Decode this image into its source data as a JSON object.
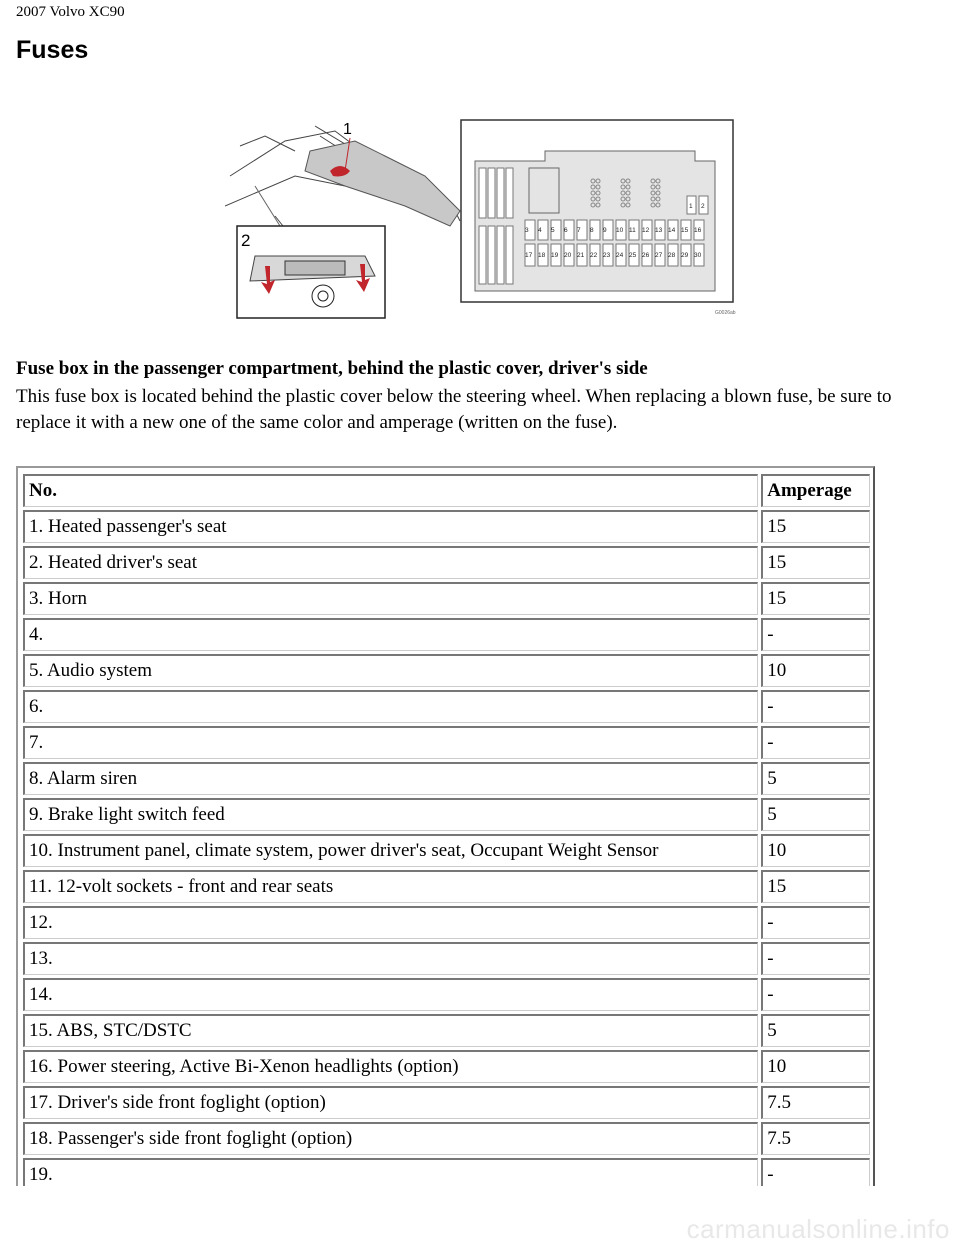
{
  "header": {
    "text": "2007 Volvo XC90"
  },
  "page": {
    "title": "Fuses"
  },
  "figure": {
    "callouts": [
      "1",
      "2"
    ],
    "fuse_numbers_row1": [
      "3",
      "4",
      "5",
      "6",
      "7",
      "8",
      "9",
      "10",
      "11",
      "12",
      "13",
      "14",
      "15",
      "16"
    ],
    "fuse_numbers_row2": [
      "17",
      "18",
      "19",
      "20",
      "21",
      "22",
      "23",
      "24",
      "25",
      "26",
      "27",
      "28",
      "29",
      "30"
    ],
    "top_fuses": [
      "1",
      "2"
    ],
    "code": "G0026ab"
  },
  "caption": "Fuse box in the passenger compartment, behind the plastic cover, driver's side",
  "body": "This fuse box is located behind the plastic cover below the steering wheel. When replacing a blown fuse, be sure to replace it with a new one of the same color and amperage (written on the fuse).",
  "table": {
    "headers": [
      "No.",
      "Amperage"
    ],
    "rows": [
      [
        "1. Heated passenger's seat",
        "15"
      ],
      [
        "2. Heated driver's seat",
        "15"
      ],
      [
        "3. Horn",
        "15"
      ],
      [
        "4.",
        "-"
      ],
      [
        "5. Audio system",
        "10"
      ],
      [
        "6.",
        "-"
      ],
      [
        "7.",
        "-"
      ],
      [
        "8. Alarm siren",
        "5"
      ],
      [
        "9. Brake light switch feed",
        "5"
      ],
      [
        "10. Instrument panel, climate system, power driver's seat, Occupant Weight Sensor",
        "10"
      ],
      [
        "11. 12-volt sockets - front and rear seats",
        "15"
      ],
      [
        "12.",
        "-"
      ],
      [
        "13.",
        "-"
      ],
      [
        "14.",
        "-"
      ],
      [
        "15. ABS, STC/DSTC",
        "5"
      ],
      [
        "16. Power steering, Active Bi-Xenon headlights (option)",
        "10"
      ],
      [
        "17. Driver's side front foglight (option)",
        "7.5"
      ],
      [
        "18. Passenger's side front foglight (option)",
        "7.5"
      ],
      [
        "19.",
        "-"
      ]
    ]
  },
  "footer": {
    "watermark": "carmanualsonline.info"
  }
}
